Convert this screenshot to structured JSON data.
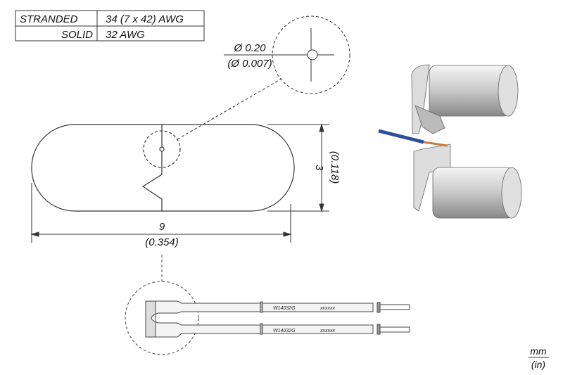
{
  "wire_table": {
    "rows": [
      {
        "type": "STRANDED",
        "gauge": "34 (7 x 42) AWG"
      },
      {
        "type": "SOLID",
        "gauge": "32 AWG"
      }
    ]
  },
  "hole_dimension": {
    "mm": "Ø 0.20",
    "in": "(Ø 0.007)"
  },
  "height_dimension": {
    "mm": "3",
    "in": "(0.118)"
  },
  "width_dimension": {
    "mm": "9",
    "in": "(0.354)"
  },
  "cartridge": {
    "marking": "W14032G",
    "code": "xxxxxx"
  },
  "units": {
    "primary": "mm",
    "secondary": "(in)"
  },
  "colors": {
    "wire_insulation": "#2a4fa0",
    "wire_core": "#c87a3a",
    "tip_body": "#d9d9d9"
  }
}
